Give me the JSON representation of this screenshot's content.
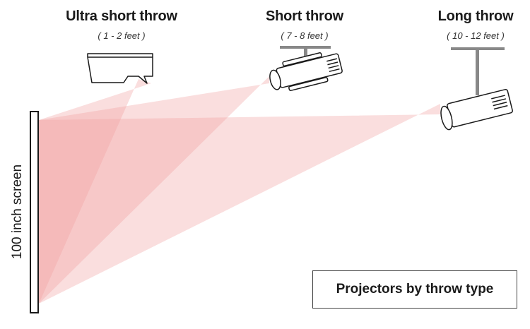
{
  "labels": {
    "ultra_short": {
      "title": "Ultra short throw",
      "distance": "( 1 - 2 feet )"
    },
    "short": {
      "title": "Short throw",
      "distance": "( 7 - 8 feet )"
    },
    "long": {
      "title": "Long throw",
      "distance": "( 10 - 12 feet )"
    }
  },
  "screen_label": "100 inch screen",
  "legend": "Projectors by throw type",
  "colors": {
    "beam": "#f0a0a0",
    "outline": "#1a1a1a",
    "mount": "#888888"
  }
}
